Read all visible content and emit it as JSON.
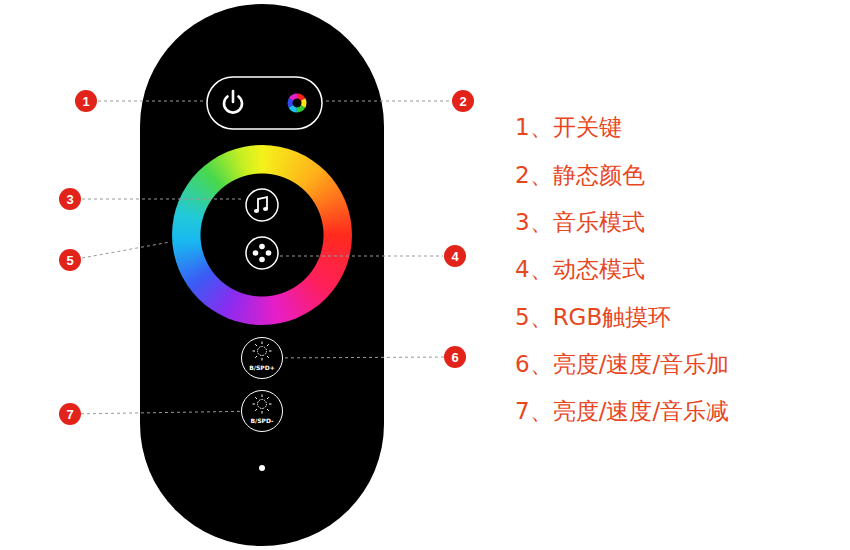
{
  "diagram": {
    "nodes": [
      {
        "text": [
          "1"
        ]
      },
      {
        "text": [
          "2"
        ]
      },
      {
        "text": [
          "3"
        ]
      },
      {
        "text": [
          "4"
        ]
      },
      {
        "text": [
          "5"
        ]
      },
      {
        "text": [
          "6"
        ]
      },
      {
        "text": [
          "7"
        ]
      },
      {
        "text": [
          "B/SPD+"
        ]
      },
      {
        "text": [
          "B/SPD-"
        ]
      }
    ],
    "edges": [
      {
        "from": 5,
        "to": 7,
        "arrow": "none"
      },
      {
        "from": 6,
        "to": 8,
        "arrow": "none"
      }
    ],
    "labels": [
      "1、开关键",
      "2、静态颜色",
      "3、音乐模式",
      "4、动态模式",
      "5、RGB触摸环",
      "6、亮度/速度/音乐加",
      "7、亮度/速度/音乐减"
    ]
  }
}
